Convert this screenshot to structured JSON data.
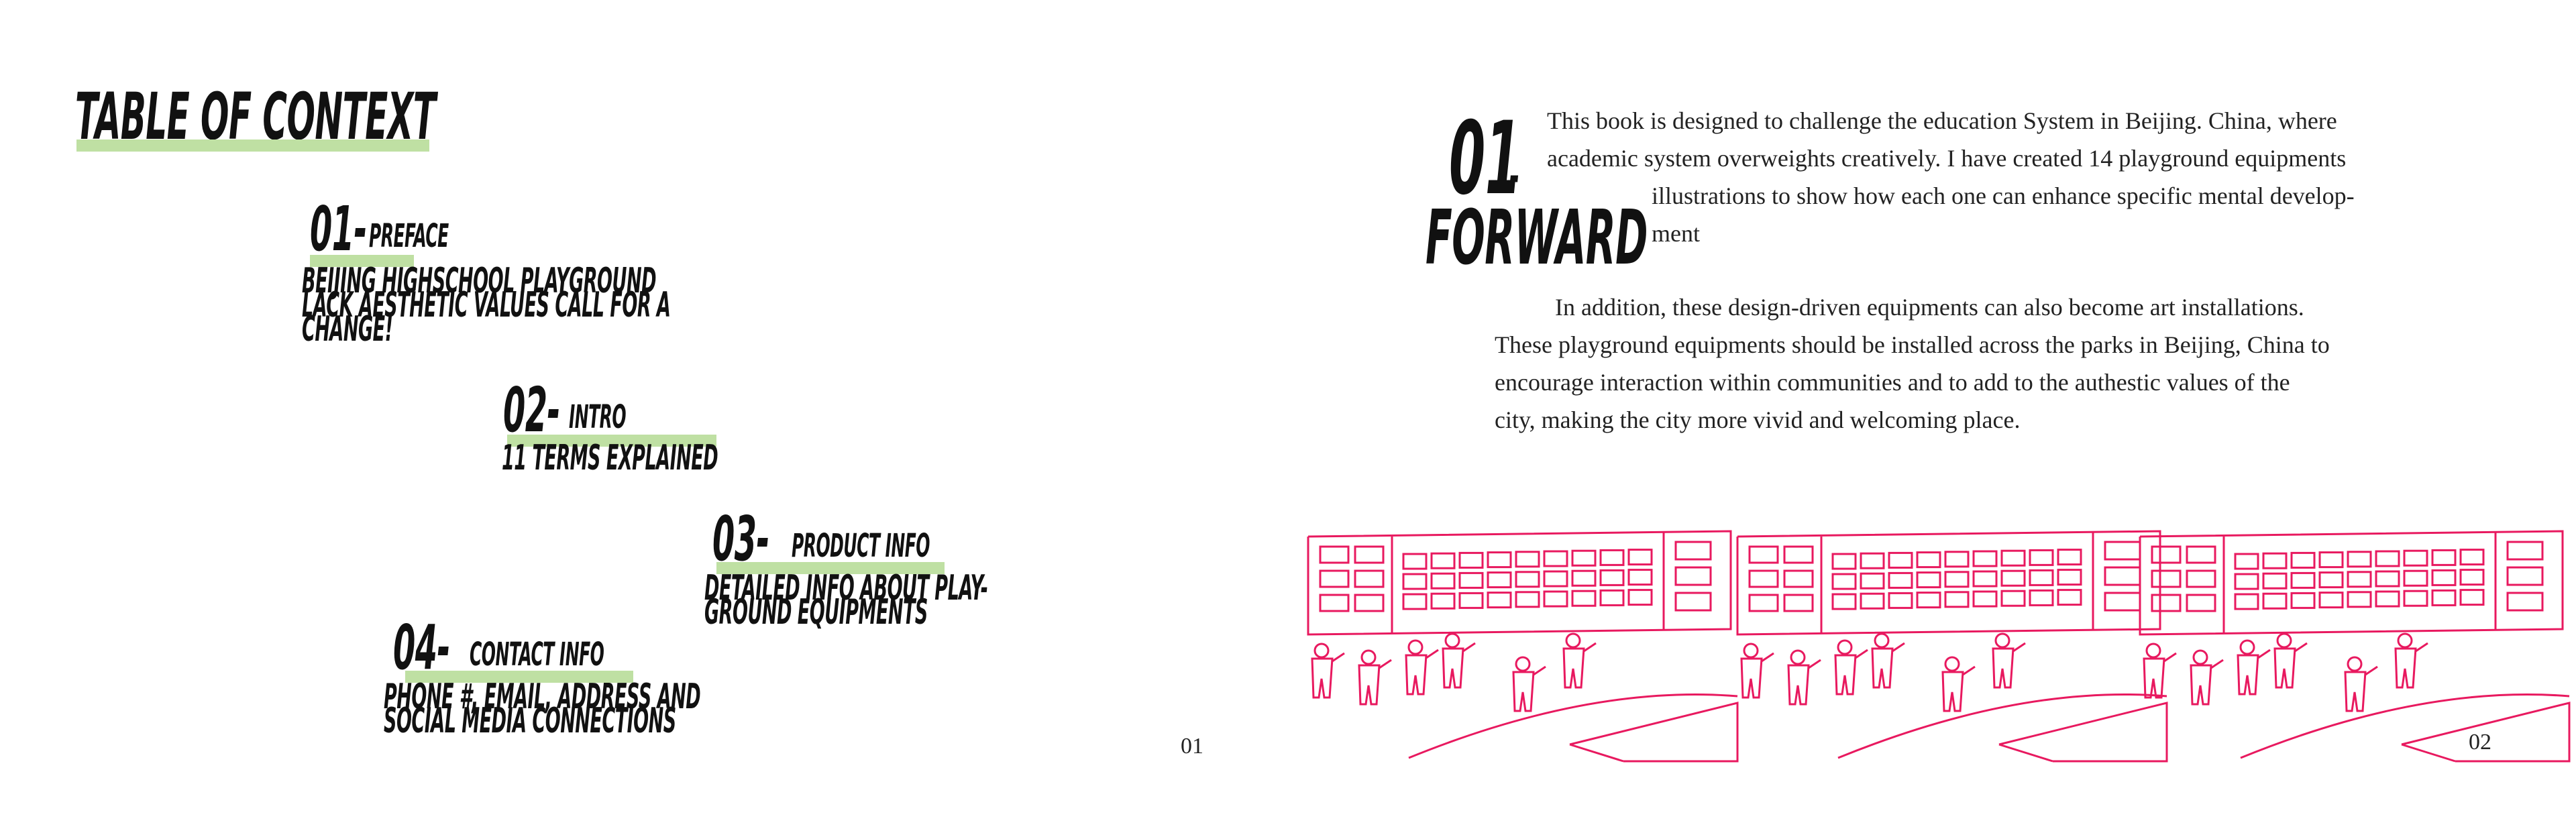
{
  "left_page": {
    "title": "TABLE OF CONTEXT",
    "entries": [
      {
        "number": "01-",
        "heading": "PREFACE",
        "lines": [
          "BEIJING HIGHSCHOOL PLAYGROUND",
          "LACK AESTHETIC VALUES CALL FOR A",
          "CHANGE!"
        ]
      },
      {
        "number": "02-",
        "heading": "INTRO",
        "lines": [
          "11 TERMS EXPLAINED"
        ]
      },
      {
        "number": "03-",
        "heading": "PRODUCT INFO",
        "lines": [
          "DETAILED INFO ABOUT PLAY-",
          "GROUND EQUIPMENTS"
        ]
      },
      {
        "number": "04-",
        "heading": "CONTACT INFO",
        "lines": [
          "PHONE #, EMAIL, ADDRESS AND",
          "SOCIAL MEDIA CONNECTIONS"
        ]
      }
    ],
    "page_number": "01"
  },
  "right_page": {
    "section_number": "01",
    "section_dash": "-",
    "section_title": "FORWARD",
    "paragraph1": [
      "This book is designed to challenge the education System in Beijing. China, where",
      "academic system overweights creatively.  I have created 14 playground equipments",
      "illustrations to show how each one can enhance specific mental develop-",
      "ment"
    ],
    "paragraph2": [
      "In addition, these design-driven equipments can also become art installations.",
      "These playground equipments should be installed across the parks in Beijing, China to",
      "encourage interaction within communities and to add to the authestic values of the",
      "city, making the city more vivid and welcoming place."
    ],
    "page_number": "02"
  },
  "colors": {
    "accent_green": "#bfe0a3",
    "illustration_pink": "#e8195f",
    "text": "#111111"
  }
}
